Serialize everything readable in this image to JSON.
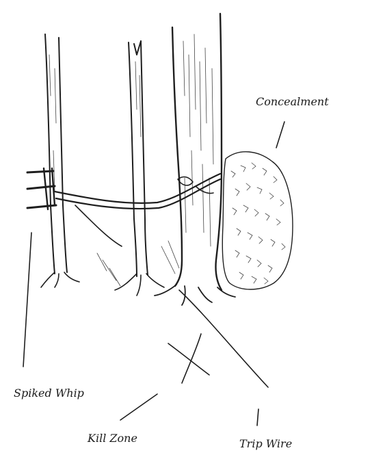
{
  "labels": {
    "concealment": "Concealment",
    "spiked_whip": "Spiked Whip",
    "kill_zone": "Kill Zone",
    "trip_wire": "Trip Wire"
  }
}
